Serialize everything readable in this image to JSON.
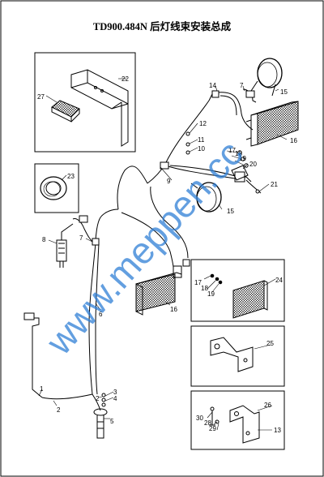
{
  "title": "TD900.484N  后灯线束安装总成",
  "watermark": "www.meppen.cc",
  "callouts": {
    "c1": "1",
    "c2": "2",
    "c2b": "2",
    "c3": "3",
    "c4": "4",
    "c5": "5",
    "c6": "6",
    "c7": "7",
    "c7b": "7",
    "c8": "8",
    "c9": "9",
    "c10": "10",
    "c11": "11",
    "c12": "12",
    "c13": "13",
    "c14": "14",
    "c15": "15",
    "c15b": "15",
    "c16": "16",
    "c16b": "16",
    "c17": "17",
    "c17b": "17",
    "c18": "18",
    "c18b": "18",
    "c19": "19",
    "c19b": "19",
    "c20": "20",
    "c21": "21",
    "c22": "22",
    "c23": "23",
    "c24": "24",
    "c25": "25",
    "c26": "26",
    "c27": "27",
    "c28": "28",
    "c29": "29",
    "c30": "30"
  }
}
